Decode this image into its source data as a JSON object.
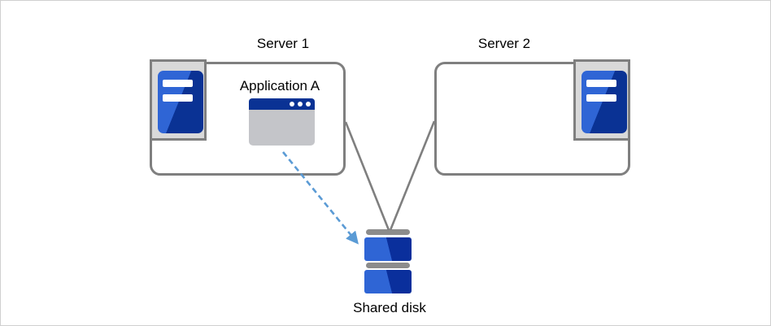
{
  "diagram": {
    "nodes": {
      "server1": {
        "label": "Server 1",
        "icon": "server-icon"
      },
      "server2": {
        "label": "Server 2",
        "icon": "server-icon"
      },
      "application": {
        "label": "Application A",
        "icon": "app-window-icon"
      },
      "shared_disk": {
        "label": "Shared disk",
        "icon": "disk-icon"
      }
    },
    "connections": [
      {
        "from": "server1",
        "to": "shared_disk",
        "style": "solid-line"
      },
      {
        "from": "server2",
        "to": "shared_disk",
        "style": "solid-line"
      },
      {
        "from": "application",
        "to": "shared_disk",
        "style": "dashed-arrow"
      }
    ],
    "colors": {
      "connector_gray": "#7f7f7f",
      "arrow_blue": "#5b9bd5",
      "icon_blue_light": "#2f65d5",
      "icon_blue_dark": "#0a3294",
      "disk_blue_dark": "#0a2f9c",
      "icon_frame_gray": "#d9d9d9",
      "window_body_gray": "#c4c5c9",
      "box_border_gray": "#7f7f7f",
      "disk_bar_gray": "#8c8c8c"
    }
  }
}
